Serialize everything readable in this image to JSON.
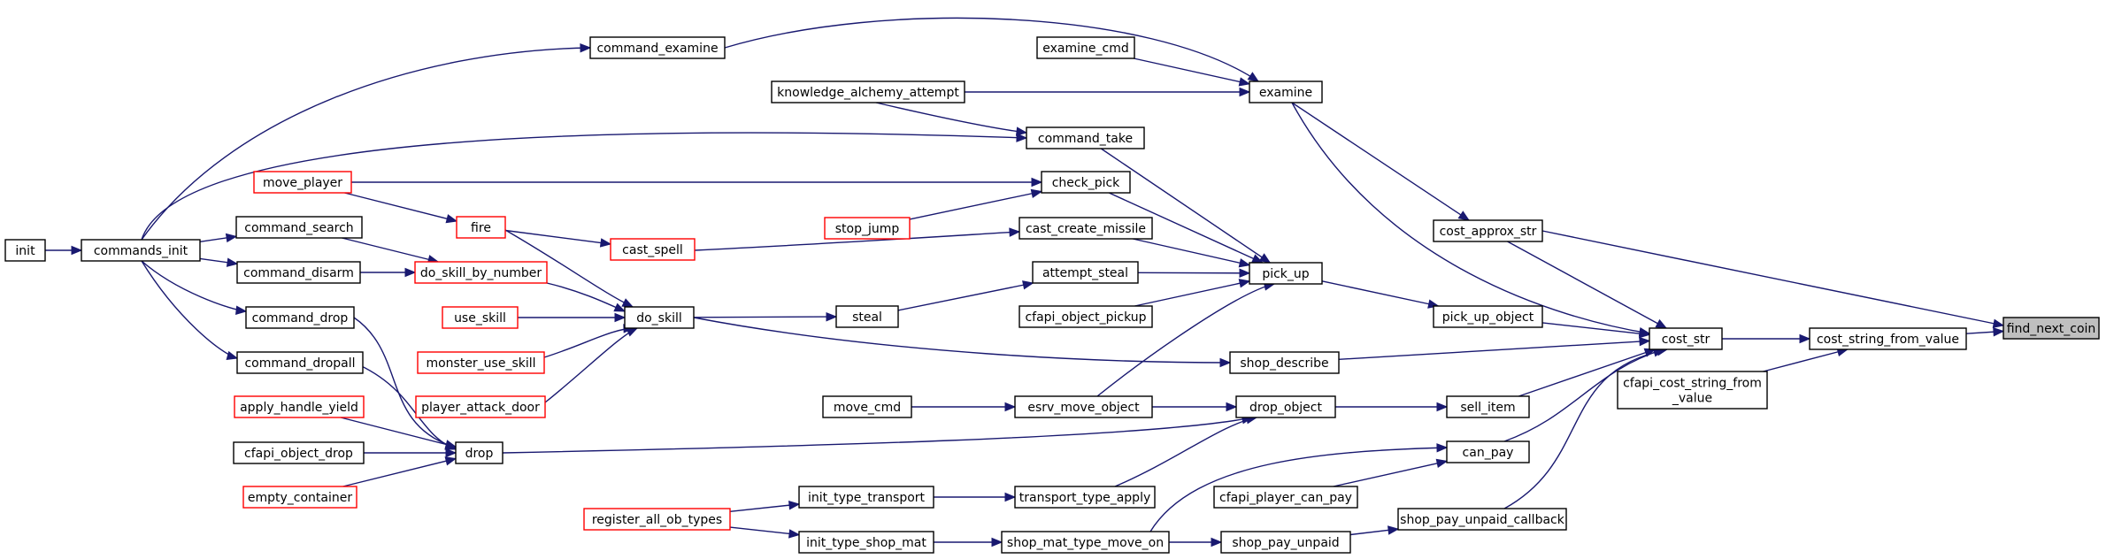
{
  "colors": {
    "edge": "#191970",
    "node_border": "#000000",
    "node_border_incomplete": "#ff0000",
    "root_fill": "#bfbfbf",
    "node_fill": "#ffffff"
  },
  "nodes": [
    {
      "id": "find_next_coin",
      "lines": [
        "find_next_coin"
      ],
      "root": true
    },
    {
      "id": "cost_string_from_value",
      "lines": [
        "cost_string_from_value"
      ]
    },
    {
      "id": "cost_str",
      "lines": [
        "cost_str"
      ]
    },
    {
      "id": "cfapi_cost_string_from_value",
      "lines": [
        "cfapi_cost_string_from",
        "_value"
      ]
    },
    {
      "id": "cost_approx_str",
      "lines": [
        "cost_approx_str"
      ]
    },
    {
      "id": "pick_up_object",
      "lines": [
        "pick_up_object"
      ]
    },
    {
      "id": "sell_item",
      "lines": [
        "sell_item"
      ]
    },
    {
      "id": "can_pay",
      "lines": [
        "can_pay"
      ]
    },
    {
      "id": "shop_pay_unpaid_callback",
      "lines": [
        "shop_pay_unpaid_callback"
      ]
    },
    {
      "id": "shop_describe",
      "lines": [
        "shop_describe"
      ]
    },
    {
      "id": "examine",
      "lines": [
        "examine"
      ]
    },
    {
      "id": "pick_up",
      "lines": [
        "pick_up"
      ]
    },
    {
      "id": "drop_object",
      "lines": [
        "drop_object"
      ]
    },
    {
      "id": "cfapi_player_can_pay",
      "lines": [
        "cfapi_player_can_pay"
      ]
    },
    {
      "id": "shop_pay_unpaid",
      "lines": [
        "shop_pay_unpaid"
      ]
    },
    {
      "id": "examine_cmd",
      "lines": [
        "examine_cmd"
      ]
    },
    {
      "id": "command_examine",
      "lines": [
        "command_examine"
      ]
    },
    {
      "id": "knowledge_alchemy_attempt",
      "lines": [
        "knowledge_alchemy_attempt"
      ]
    },
    {
      "id": "command_take",
      "lines": [
        "command_take"
      ]
    },
    {
      "id": "check_pick",
      "lines": [
        "check_pick"
      ]
    },
    {
      "id": "cast_create_missile",
      "lines": [
        "cast_create_missile"
      ]
    },
    {
      "id": "attempt_steal",
      "lines": [
        "attempt_steal"
      ]
    },
    {
      "id": "cfapi_object_pickup",
      "lines": [
        "cfapi_object_pickup"
      ]
    },
    {
      "id": "esrv_move_object",
      "lines": [
        "esrv_move_object"
      ]
    },
    {
      "id": "transport_type_apply",
      "lines": [
        "transport_type_apply"
      ]
    },
    {
      "id": "shop_mat_type_move_on",
      "lines": [
        "shop_mat_type_move_on"
      ]
    },
    {
      "id": "move_cmd",
      "lines": [
        "move_cmd"
      ]
    },
    {
      "id": "init_type_transport",
      "lines": [
        "init_type_transport"
      ]
    },
    {
      "id": "init_type_shop_mat",
      "lines": [
        "init_type_shop_mat"
      ]
    },
    {
      "id": "register_all_ob_types",
      "lines": [
        "register_all_ob_types"
      ],
      "incomplete": true
    },
    {
      "id": "steal",
      "lines": [
        "steal"
      ]
    },
    {
      "id": "cast_spell",
      "lines": [
        "cast_spell"
      ],
      "incomplete": true
    },
    {
      "id": "stop_jump",
      "lines": [
        "stop_jump"
      ],
      "incomplete": true
    },
    {
      "id": "do_skill",
      "lines": [
        "do_skill"
      ]
    },
    {
      "id": "fire",
      "lines": [
        "fire"
      ],
      "incomplete": true
    },
    {
      "id": "do_skill_by_number",
      "lines": [
        "do_skill_by_number"
      ],
      "incomplete": true
    },
    {
      "id": "use_skill",
      "lines": [
        "use_skill"
      ],
      "incomplete": true
    },
    {
      "id": "monster_use_skill",
      "lines": [
        "monster_use_skill"
      ],
      "incomplete": true
    },
    {
      "id": "player_attack_door",
      "lines": [
        "player_attack_door"
      ],
      "incomplete": true
    },
    {
      "id": "drop",
      "lines": [
        "drop"
      ]
    },
    {
      "id": "move_player",
      "lines": [
        "move_player"
      ],
      "incomplete": true
    },
    {
      "id": "command_search",
      "lines": [
        "command_search"
      ]
    },
    {
      "id": "command_disarm",
      "lines": [
        "command_disarm"
      ]
    },
    {
      "id": "command_drop",
      "lines": [
        "command_drop"
      ]
    },
    {
      "id": "command_dropall",
      "lines": [
        "command_dropall"
      ]
    },
    {
      "id": "apply_handle_yield",
      "lines": [
        "apply_handle_yield"
      ],
      "incomplete": true
    },
    {
      "id": "cfapi_object_drop",
      "lines": [
        "cfapi_object_drop"
      ]
    },
    {
      "id": "empty_container",
      "lines": [
        "empty_container"
      ],
      "incomplete": true
    },
    {
      "id": "commands_init",
      "lines": [
        "commands_init"
      ]
    },
    {
      "id": "init",
      "lines": [
        "init"
      ]
    }
  ],
  "edges": [
    [
      "cost_string_from_value",
      "find_next_coin"
    ],
    [
      "cost_approx_str",
      "find_next_coin"
    ],
    [
      "cost_str",
      "cost_string_from_value"
    ],
    [
      "cfapi_cost_string_from_value",
      "cost_string_from_value"
    ],
    [
      "cost_approx_str",
      "cost_str"
    ],
    [
      "examine",
      "cost_str"
    ],
    [
      "pick_up_object",
      "cost_str"
    ],
    [
      "shop_describe",
      "cost_str"
    ],
    [
      "sell_item",
      "cost_str"
    ],
    [
      "can_pay",
      "cost_str"
    ],
    [
      "shop_pay_unpaid_callback",
      "cost_str"
    ],
    [
      "examine",
      "cost_approx_str"
    ],
    [
      "command_examine",
      "examine"
    ],
    [
      "examine_cmd",
      "examine"
    ],
    [
      "knowledge_alchemy_attempt",
      "examine"
    ],
    [
      "pick_up",
      "pick_up_object"
    ],
    [
      "command_take",
      "pick_up"
    ],
    [
      "check_pick",
      "pick_up"
    ],
    [
      "cast_create_missile",
      "pick_up"
    ],
    [
      "attempt_steal",
      "pick_up"
    ],
    [
      "cfapi_object_pickup",
      "pick_up"
    ],
    [
      "esrv_move_object",
      "pick_up"
    ],
    [
      "drop_object",
      "sell_item"
    ],
    [
      "esrv_move_object",
      "drop_object"
    ],
    [
      "transport_type_apply",
      "drop_object"
    ],
    [
      "drop",
      "drop_object"
    ],
    [
      "shop_mat_type_move_on",
      "can_pay"
    ],
    [
      "cfapi_player_can_pay",
      "can_pay"
    ],
    [
      "shop_pay_unpaid",
      "shop_pay_unpaid_callback"
    ],
    [
      "shop_mat_type_move_on",
      "shop_pay_unpaid"
    ],
    [
      "init_type_shop_mat",
      "shop_mat_type_move_on"
    ],
    [
      "init_type_transport",
      "transport_type_apply"
    ],
    [
      "register_all_ob_types",
      "init_type_transport"
    ],
    [
      "register_all_ob_types",
      "init_type_shop_mat"
    ],
    [
      "move_cmd",
      "esrv_move_object"
    ],
    [
      "knowledge_alchemy_attempt",
      "command_take"
    ],
    [
      "commands_init",
      "command_take"
    ],
    [
      "commands_init",
      "command_examine"
    ],
    [
      "move_player",
      "check_pick"
    ],
    [
      "stop_jump",
      "check_pick"
    ],
    [
      "cast_spell",
      "cast_create_missile"
    ],
    [
      "steal",
      "attempt_steal"
    ],
    [
      "do_skill",
      "steal"
    ],
    [
      "do_skill",
      "shop_describe"
    ],
    [
      "fire",
      "cast_spell"
    ],
    [
      "fire",
      "do_skill"
    ],
    [
      "do_skill_by_number",
      "do_skill"
    ],
    [
      "use_skill",
      "do_skill"
    ],
    [
      "monster_use_skill",
      "do_skill"
    ],
    [
      "player_attack_door",
      "do_skill"
    ],
    [
      "move_player",
      "fire"
    ],
    [
      "command_search",
      "do_skill_by_number"
    ],
    [
      "command_disarm",
      "do_skill_by_number"
    ],
    [
      "command_drop",
      "drop"
    ],
    [
      "command_dropall",
      "drop"
    ],
    [
      "apply_handle_yield",
      "drop"
    ],
    [
      "cfapi_object_drop",
      "drop"
    ],
    [
      "empty_container",
      "drop"
    ],
    [
      "commands_init",
      "command_search"
    ],
    [
      "commands_init",
      "command_disarm"
    ],
    [
      "commands_init",
      "command_drop"
    ],
    [
      "commands_init",
      "command_dropall"
    ],
    [
      "init",
      "commands_init"
    ]
  ]
}
